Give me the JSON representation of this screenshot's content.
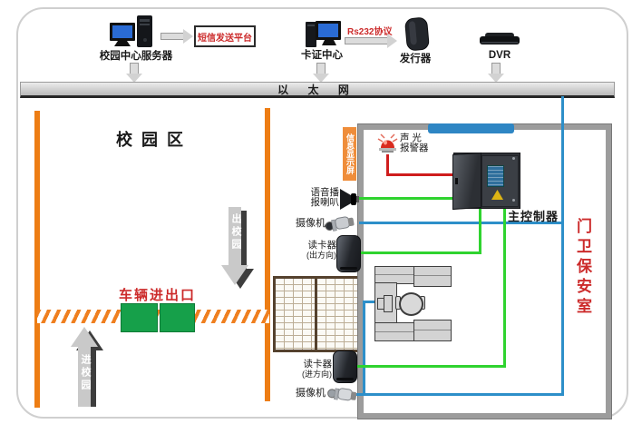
{
  "colors": {
    "orange_wall": "#ed7d14",
    "wire_green": "#2fd32f",
    "wire_blue": "#2d8fc9",
    "wire_red": "#cf1d1d",
    "red_text": "#cc2b2b",
    "info_strip_bg": "#ef8d3a",
    "booth_green": "#16a04a",
    "room_top_bar_blue": "#2e86c4"
  },
  "top_row": {
    "server_label": "校园中心服务器",
    "sms_platform_label": "短信发送平台",
    "card_center_label": "卡证中心",
    "rs232_label": "Rs232协议",
    "issuer_label": "发行器",
    "dvr_label": "DVR"
  },
  "ethernet": {
    "label": "以 太 网"
  },
  "campus": {
    "title": "校园区",
    "exit_arrow_label": "出校园",
    "enter_arrow_label": "进校园",
    "vehicle_gate_label": "车辆进出口"
  },
  "guard_room": {
    "room_label": "门卫保安室",
    "info_screen_label": "信息显示屏",
    "alarm_label_line1": "声 光",
    "alarm_label_line2": "报警器",
    "speaker_label_line1": "语音播",
    "speaker_label_line2": "报喇叭",
    "camera_mid_label": "摄像机",
    "reader_out_label_line1": "读卡器",
    "reader_out_label_line2": "(出方向)",
    "controller_label": "主控制器",
    "reader_in_label_line1": "读卡器",
    "reader_in_label_line2": "(进方向)",
    "camera_bottom_label": "摄像机"
  }
}
